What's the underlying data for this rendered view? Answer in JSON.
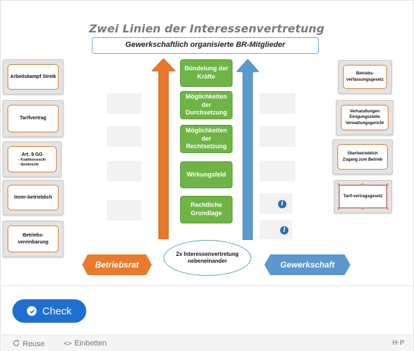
{
  "title": "Zwei Linien der Interessenvertretung",
  "subtitle": "Gewerkschaftlich organisierte BR-Mitglieder",
  "left_cards": [
    {
      "label": "Arbeitskampf Streik"
    },
    {
      "label": "Tarifvertrag"
    },
    {
      "label": "Art. 9 GG",
      "sub": [
        "Koalitionsrecht",
        "Streikrecht"
      ]
    },
    {
      "label": "Inner-betrieblich"
    },
    {
      "label": "Betriebs-vereinbarung"
    }
  ],
  "right_cards": [
    {
      "label": "Betriebs-verfassungsgesetz"
    },
    {
      "label": "Verhandlungen Einigungsstelle Verwaltungsgericht"
    },
    {
      "label": "Überbetrieblich Zugang zum Betrieb"
    },
    {
      "label": "Tarif-vertragsgesetz"
    }
  ],
  "center_boxes": [
    {
      "label": "Bündelung der Kräfte"
    },
    {
      "label": "Möglichkeiten der Durchsetzung"
    },
    {
      "label": "Möglichkeiten der Rechtsetzung"
    },
    {
      "label": "Wirkungsfeld"
    },
    {
      "label": "Rechtliche Grundlage"
    }
  ],
  "ellipse_text": "2x Interessenvertretung nebeneinander",
  "banner_left": "Betriebsrat",
  "banner_right": "Gewerkschaft",
  "info_icon_glyph": "i",
  "check_button": "Check",
  "footer": {
    "reuse": "Reuse",
    "embed": "Einbetten",
    "logo": "H·P"
  },
  "colors": {
    "orange": "#e07a2f",
    "green": "#6fb546",
    "blue": "#5a98cf",
    "button_blue": "#1f6fd1"
  }
}
